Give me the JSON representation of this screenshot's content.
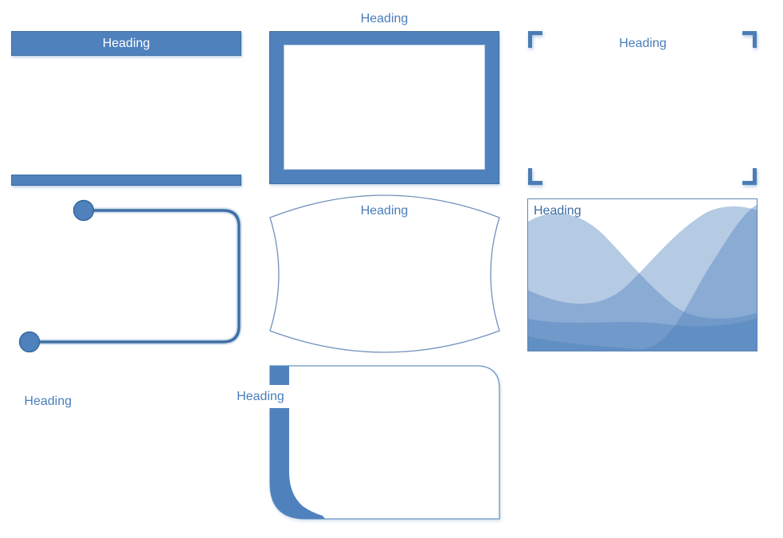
{
  "canvas": {
    "background": "#ffffff"
  },
  "colors": {
    "accent_fill": "#4f81bd",
    "accent_border": "#3d6da3",
    "thin_outline": "#7291bc",
    "heading_text": "#4a7ebb",
    "heading_on_fill": "#ffffff",
    "connector_line": "#3e6fa4",
    "wave_overlay": "rgba(79,129,189,0.42)"
  },
  "panels": {
    "top_bars": {
      "heading": "Heading"
    },
    "thick_frame": {
      "heading": "Heading"
    },
    "corner_brackets": {
      "heading": "Heading"
    },
    "pin_line": {
      "heading": "Heading"
    },
    "pillow": {
      "heading": "Heading"
    },
    "waves": {
      "heading": "Heading"
    },
    "side_tab": {
      "heading": "Heading"
    }
  }
}
